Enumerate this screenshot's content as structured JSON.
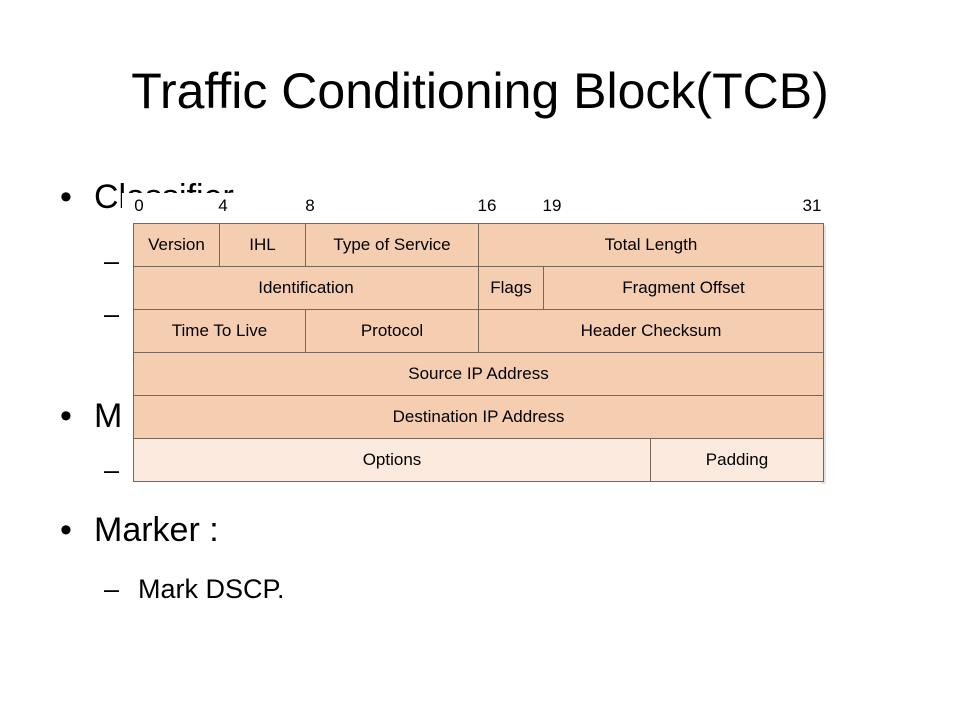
{
  "slide": {
    "title": "Traffic Conditioning Block(TCB)",
    "bullets": [
      {
        "label": "Classifier",
        "subs": [
          "",
          ""
        ]
      },
      {
        "label": "Meter",
        "subs": [
          ""
        ]
      },
      {
        "label": "Marker :",
        "subs": [
          "Mark DSCP."
        ]
      }
    ]
  },
  "glyphs": {
    "bullet": "•",
    "dash": "–"
  },
  "header": {
    "bit_ticks": [
      "0",
      "4",
      "8",
      "16",
      "19",
      "31"
    ],
    "fields": {
      "version": "Version",
      "ihl": "IHL",
      "tos": "Type of Service",
      "total_length": "Total Length",
      "identification": "Identification",
      "flags": "Flags",
      "fragment_offset": "Fragment Offset",
      "ttl": "Time To Live",
      "protocol": "Protocol",
      "checksum": "Header Checksum",
      "src": "Source IP Address",
      "dst": "Destination IP Address",
      "options": "Options",
      "padding": "Padding"
    },
    "colors": {
      "field_fill": "#f5cdb1",
      "options_fill": "#fbeadd",
      "border": "#7a6656"
    }
  }
}
